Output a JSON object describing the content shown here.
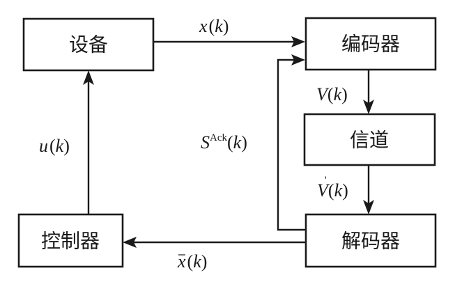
{
  "blocks": {
    "plant": "设备",
    "encoder": "编码器",
    "channel": "信道",
    "decoder": "解码器",
    "controller": "控制器"
  },
  "signals": {
    "state": {
      "var": "x",
      "open": "(",
      "arg": "k",
      "close": ")"
    },
    "encoded": {
      "var": "V",
      "open": "(",
      "arg": "k",
      "close": ")"
    },
    "received": {
      "var": "V",
      "prime": "'",
      "open": "(",
      "arg": "k",
      "close": ")"
    },
    "ack": {
      "var": "S",
      "sup": "Ack",
      "open": "(",
      "arg": "k",
      "close": ")"
    },
    "estimate": {
      "var": "x",
      "bar": "‾",
      "open": "(",
      "arg": "k",
      "close": ")"
    },
    "control": {
      "var": "u",
      "open": "(",
      "arg": "k",
      "close": ")"
    }
  }
}
